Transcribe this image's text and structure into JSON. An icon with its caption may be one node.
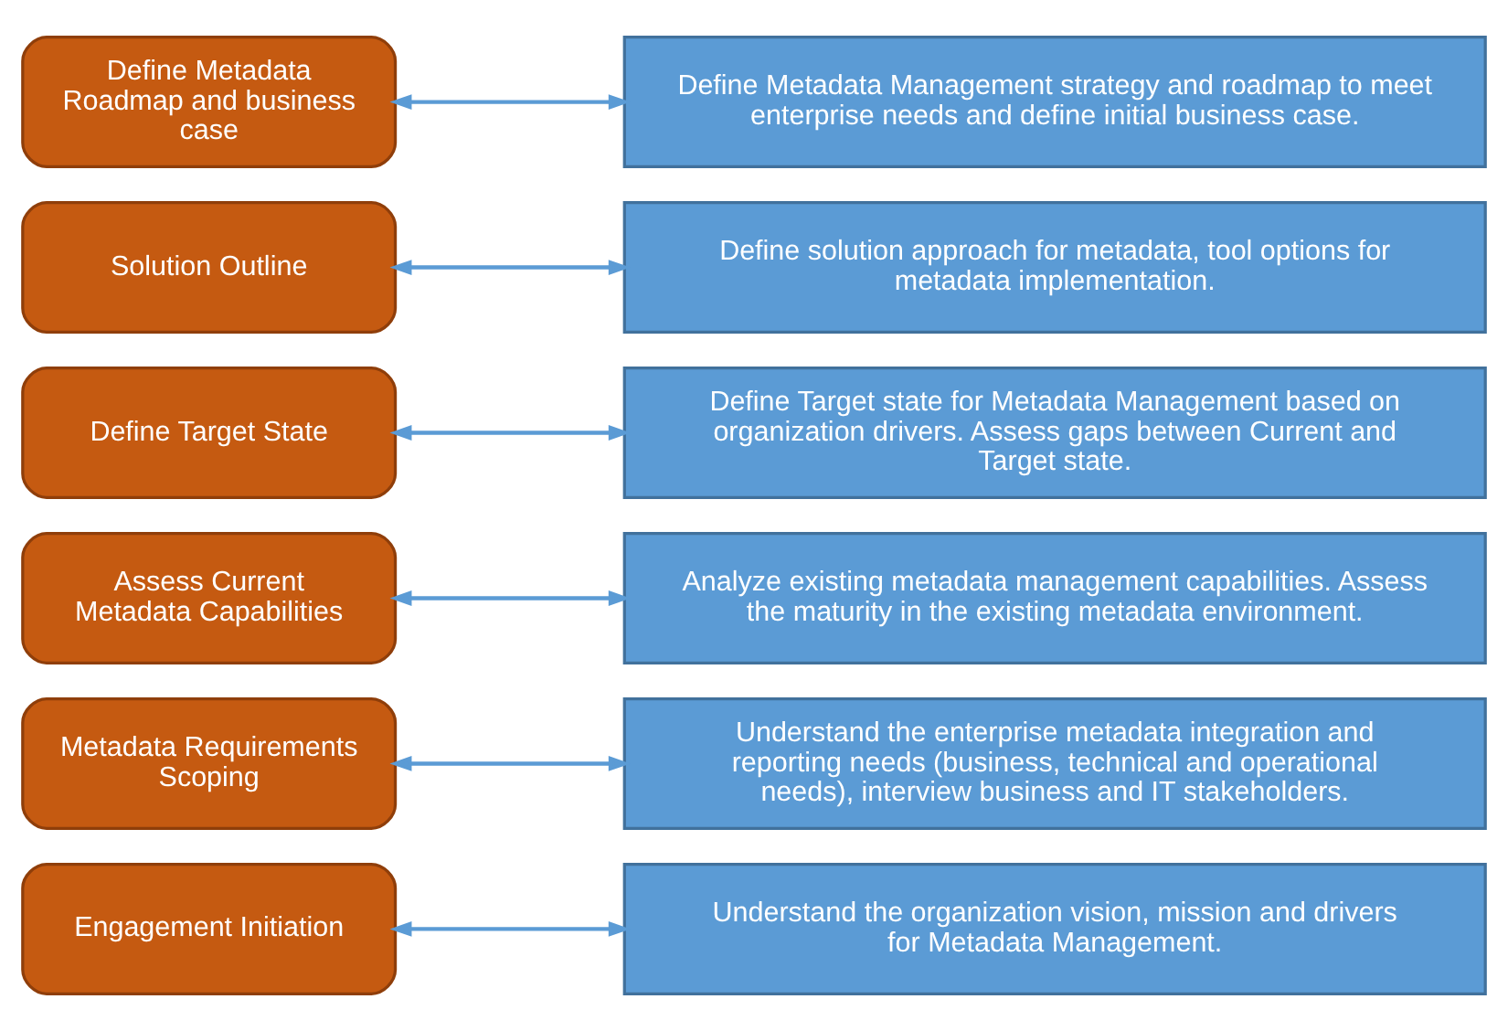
{
  "diagram": {
    "nodes": [
      {
        "text": [
          "Engagement Initiation"
        ]
      },
      {
        "text": [
          "Understand the organization vision, mission and drivers for Metadata Management."
        ]
      },
      {
        "text": [
          "Metadata Requirements Scoping"
        ]
      },
      {
        "text": [
          "Understand the enterprise metadata integration and reporting needs (business, technical and operational needs), interview business and IT stakeholders."
        ]
      },
      {
        "text": [
          "Assess Current Metadata Capabilities"
        ]
      },
      {
        "text": [
          "Analyze existing metadata management capabilities. Assess the maturity in the existing metadata environment."
        ]
      },
      {
        "text": [
          "Define Target State"
        ]
      },
      {
        "text": [
          "Define Target state for Metadata Management based on organization drivers. Assess gaps between Current and Target state."
        ]
      },
      {
        "text": [
          "Solution Outline"
        ]
      },
      {
        "text": [
          "Define solution approach for metadata, tool options for metadata implementation."
        ]
      },
      {
        "text": [
          "Define Metadata Roadmap and business case"
        ]
      },
      {
        "text": [
          "Define Metadata Management strategy and roadmap to meet enterprise needs and define initial business case."
        ]
      }
    ],
    "edges": [
      {
        "from": 0,
        "to": 1,
        "arrow": "both"
      },
      {
        "from": 2,
        "to": 3,
        "arrow": "both"
      },
      {
        "from": 4,
        "to": 5,
        "arrow": "both"
      },
      {
        "from": 6,
        "to": 7,
        "arrow": "both"
      },
      {
        "from": 8,
        "to": 9,
        "arrow": "both"
      },
      {
        "from": 10,
        "to": 11,
        "arrow": "both"
      }
    ]
  }
}
